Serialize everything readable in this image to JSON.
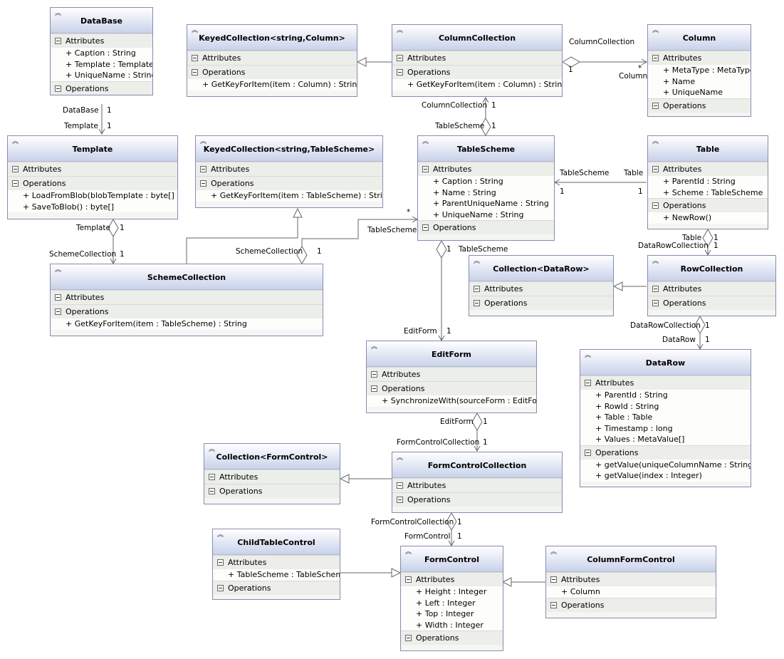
{
  "classes": {
    "database": {
      "name": "DataBase",
      "sections": {
        "attributes": "Attributes",
        "operations": "Operations"
      },
      "members": {
        "a0": "+ Caption : String",
        "a1": "+ Template : Template",
        "a2": "+ UniqueName : String"
      }
    },
    "keyed_column": {
      "name": "KeyedCollection<string,Column>",
      "sections": {
        "attributes": "Attributes",
        "operations": "Operations"
      },
      "members": {
        "o0": "+ GetKeyForItem(item : Column) : String"
      }
    },
    "column_collection": {
      "name": "ColumnCollection",
      "sections": {
        "attributes": "Attributes",
        "operations": "Operations"
      },
      "members": {
        "o0": "+ GetKeyForItem(item : Column) : String"
      }
    },
    "column": {
      "name": "Column",
      "sections": {
        "attributes": "Attributes",
        "operations": "Operations"
      },
      "members": {
        "a0": "+ MetaType : MetaType",
        "a1": "+ Name",
        "a2": "+ UniqueName"
      }
    },
    "template": {
      "name": "Template",
      "sections": {
        "attributes": "Attributes",
        "operations": "Operations"
      },
      "members": {
        "o0": "+ LoadFromBlob(blobTemplate : byte[] )",
        "o1": "+ SaveToBlob() : byte[]"
      }
    },
    "keyed_tablescheme": {
      "name": "KeyedCollection<string,TableScheme>",
      "sections": {
        "attributes": "Attributes",
        "operations": "Operations"
      },
      "members": {
        "o0": "+ GetKeyForItem(item : TableScheme) : String"
      }
    },
    "tablescheme": {
      "name": "TableScheme",
      "sections": {
        "attributes": "Attributes",
        "operations": "Operations"
      },
      "members": {
        "a0": "+ Caption : String",
        "a1": "+ Name : String",
        "a2": "+ ParentUniqueName : String",
        "a3": "+ UniqueName : String"
      }
    },
    "table": {
      "name": "Table",
      "sections": {
        "attributes": "Attributes",
        "operations": "Operations"
      },
      "members": {
        "a0": "+ ParentId : String",
        "a1": "+ Scheme : TableScheme",
        "o0": "+ NewRow()"
      }
    },
    "scheme_collection": {
      "name": "SchemeCollection",
      "sections": {
        "attributes": "Attributes",
        "operations": "Operations"
      },
      "members": {
        "o0": "+ GetKeyForItem(item : TableScheme) : String"
      }
    },
    "collection_datarow": {
      "name": "Collection<DataRow>",
      "sections": {
        "attributes": "Attributes",
        "operations": "Operations"
      }
    },
    "row_collection": {
      "name": "RowCollection",
      "sections": {
        "attributes": "Attributes",
        "operations": "Operations"
      }
    },
    "editform": {
      "name": "EditForm",
      "sections": {
        "attributes": "Attributes",
        "operations": "Operations"
      },
      "members": {
        "o0": "+ SynchronizeWith(sourceForm : EditForm)"
      }
    },
    "datarow": {
      "name": "DataRow",
      "sections": {
        "attributes": "Attributes",
        "operations": "Operations"
      },
      "members": {
        "a0": "+ ParentId : String",
        "a1": "+ RowId : String",
        "a2": "+ Table : Table",
        "a3": "+ Timestamp : long",
        "a4": "+ Values : MetaValue[]",
        "o0": "+ getValue(uniqueColumnName : String)",
        "o1": "+ getValue(index : Integer)"
      }
    },
    "collection_formcontrol": {
      "name": "Collection<FormControl>",
      "sections": {
        "attributes": "Attributes",
        "operations": "Operations"
      }
    },
    "formcontrol_collection": {
      "name": "FormControlCollection",
      "sections": {
        "attributes": "Attributes",
        "operations": "Operations"
      }
    },
    "childtable_control": {
      "name": "ChildTableControl",
      "sections": {
        "attributes": "Attributes",
        "operations": "Operations"
      },
      "members": {
        "a0": "+ TableScheme : TableScheme"
      }
    },
    "formcontrol": {
      "name": "FormControl",
      "sections": {
        "attributes": "Attributes",
        "operations": "Operations"
      },
      "members": {
        "a0": "+ Height : Integer",
        "a1": "+ Left : Integer",
        "a2": "+ Top : Integer",
        "a3": "+ Width : Integer"
      }
    },
    "columnform_control": {
      "name": "ColumnFormControl",
      "sections": {
        "attributes": "Attributes",
        "operations": "Operations"
      },
      "members": {
        "a0": "+ Column"
      }
    }
  },
  "labels": {
    "colcoll_to_column_role": "ColumnCollection",
    "colcoll_to_column_mult_src": "1",
    "colcoll_to_column_mult_dst": "*",
    "colcoll_to_column_role_dst": "Column",
    "db_role": "DataBase",
    "db_mult": "1",
    "tpl_role": "Template",
    "tpl_mult": "1",
    "cc_role": "ColumnCollection",
    "cc_mult": "1",
    "ts_role_top": "TableScheme",
    "ts_mult_top": "1",
    "table_ts_role": "TableScheme",
    "table_ts_mult": "1",
    "table_role": "Table",
    "table_mult": "1",
    "tpl2_role": "Template",
    "tpl2_mult": "1",
    "sc_role": "SchemeCollection",
    "sc_mult": "1",
    "sc2_role": "SchemeCollection",
    "sc2_mult": "1",
    "sc_ts_role": "TableScheme",
    "sc_ts_mult": "*",
    "table2_role": "Table",
    "table2_mult": "1",
    "drc_role": "DataRowCollection",
    "drc_mult": "1",
    "ts_ef_role": "TableScheme",
    "ts_ef_mult": "1",
    "ef_role": "EditForm",
    "ef_mult": "1",
    "drc2_role": "DataRowCollection",
    "drc2_mult": "1",
    "dr_role": "DataRow",
    "dr_mult": "1",
    "ef2_role": "EditForm",
    "ef2_mult": "1",
    "fcc_role": "FormControlCollection",
    "fcc_mult": "1",
    "fcc2_role": "FormControlCollection",
    "fcc2_mult": "1",
    "fc_role": "FormControl",
    "fc_mult": "1"
  }
}
